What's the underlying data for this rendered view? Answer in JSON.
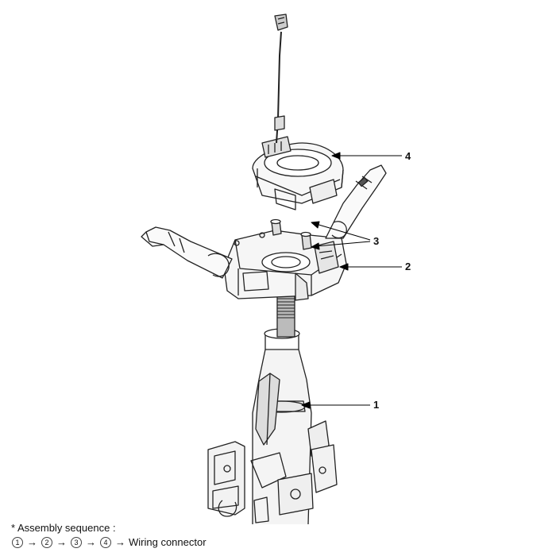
{
  "callouts": {
    "c1": "1",
    "c2": "2",
    "c3": "3",
    "c4": "4"
  },
  "note": {
    "title": "Assembly sequence",
    "star": "*",
    "colon": ":",
    "steps": [
      "1",
      "2",
      "3",
      "4"
    ],
    "arrow": "→",
    "last": "Wiring connector"
  }
}
